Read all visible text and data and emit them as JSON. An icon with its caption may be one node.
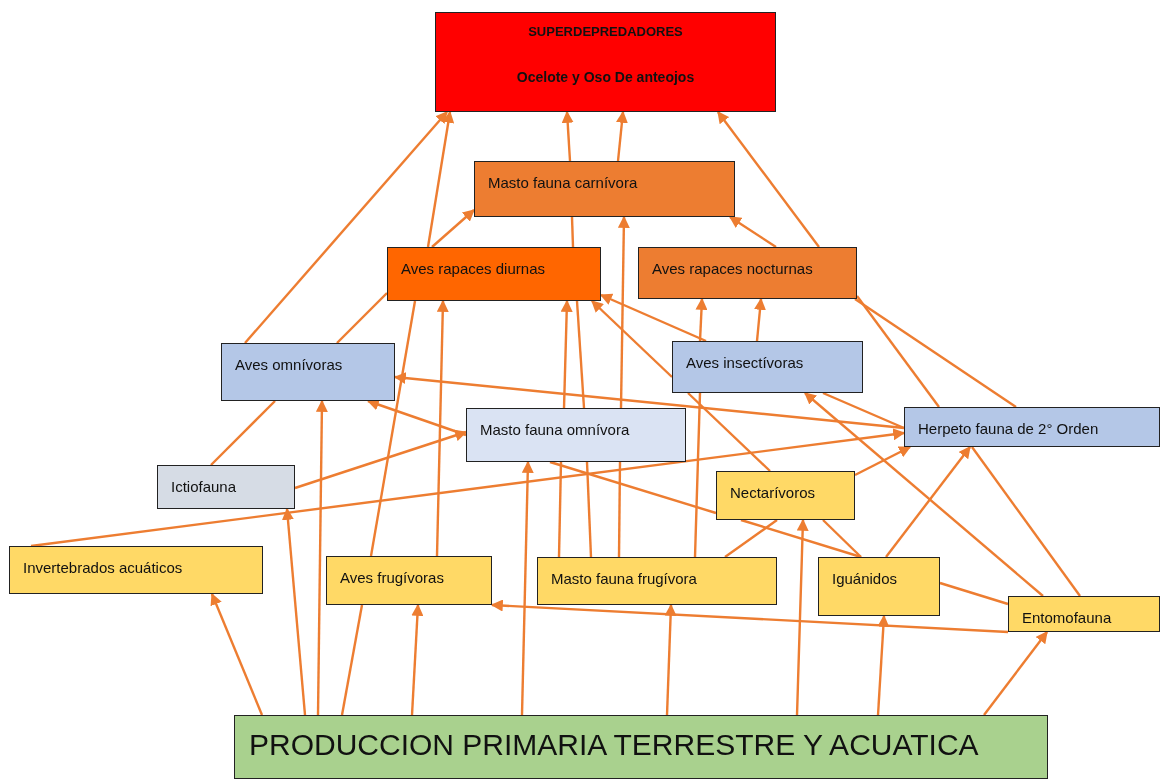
{
  "diagram": {
    "nodes": [
      {
        "text": [
          "SUPERDEPREDADORES",
          "Ocelote y Oso De anteojos"
        ]
      },
      {
        "text": [
          "Masto fauna carnívora"
        ]
      },
      {
        "text": [
          "Aves rapaces diurnas"
        ]
      },
      {
        "text": [
          "Aves rapaces nocturnas"
        ]
      },
      {
        "text": [
          "Aves omnívoras"
        ]
      },
      {
        "text": [
          "Aves insectívoras"
        ]
      },
      {
        "text": [
          "Masto fauna omnívora"
        ]
      },
      {
        "text": [
          "Herpeto fauna de 2° Orden"
        ]
      },
      {
        "text": [
          "Ictiofauna"
        ]
      },
      {
        "text": [
          "Nectarívoros"
        ]
      },
      {
        "text": [
          "Invertebrados acuáticos"
        ]
      },
      {
        "text": [
          "Aves frugívoras"
        ]
      },
      {
        "text": [
          "Masto fauna frugívora"
        ]
      },
      {
        "text": [
          "Iguánidos"
        ]
      },
      {
        "text": [
          "Entomofauna"
        ]
      },
      {
        "text": [
          "PRODUCCION PRIMARIA TERRESTRE Y ACUATICA"
        ]
      }
    ],
    "edges": [
      {
        "from": 4,
        "to": 0,
        "arrow": "to"
      },
      {
        "from": 2,
        "to": 0,
        "arrow": "to"
      },
      {
        "from": 1,
        "to": 0,
        "arrow": "to"
      },
      {
        "from": 1,
        "to": 0,
        "arrow": "to"
      },
      {
        "from": 3,
        "to": 0,
        "arrow": "to"
      },
      {
        "from": 2,
        "to": 1,
        "arrow": "to"
      },
      {
        "from": 6,
        "to": 1,
        "arrow": "to"
      },
      {
        "from": 3,
        "to": 1,
        "arrow": "to"
      },
      {
        "from": 11,
        "to": 2,
        "arrow": "to"
      },
      {
        "from": 6,
        "to": 2,
        "arrow": "to"
      },
      {
        "from": 5,
        "to": 2,
        "arrow": "to"
      },
      {
        "from": 5,
        "to": 2,
        "arrow": "to"
      },
      {
        "from": 4,
        "to": 2,
        "arrow": "none"
      },
      {
        "from": 5,
        "to": 3,
        "arrow": "to"
      },
      {
        "from": 5,
        "to": 3,
        "arrow": "to"
      },
      {
        "from": 15,
        "to": 4,
        "arrow": "to"
      },
      {
        "from": 6,
        "to": 4,
        "arrow": "to"
      },
      {
        "from": 7,
        "to": 4,
        "arrow": "to"
      },
      {
        "from": 14,
        "to": 5,
        "arrow": "to"
      },
      {
        "from": 5,
        "to": 7,
        "arrow": "none"
      },
      {
        "from": 8,
        "to": 6,
        "arrow": "to"
      },
      {
        "from": 15,
        "to": 6,
        "arrow": "to"
      },
      {
        "from": 10,
        "to": 7,
        "arrow": "to"
      },
      {
        "from": 9,
        "to": 7,
        "arrow": "to"
      },
      {
        "from": 13,
        "to": 7,
        "arrow": "to"
      },
      {
        "from": 14,
        "to": 7,
        "arrow": "none"
      },
      {
        "from": 15,
        "to": 8,
        "arrow": "to"
      },
      {
        "from": 15,
        "to": 9,
        "arrow": "to"
      },
      {
        "from": 12,
        "to": 9,
        "arrow": "none"
      },
      {
        "from": 13,
        "to": 9,
        "arrow": "none"
      },
      {
        "from": 6,
        "to": 9,
        "arrow": "none"
      },
      {
        "from": 15,
        "to": 10,
        "arrow": "to"
      },
      {
        "from": 15,
        "to": 11,
        "arrow": "to"
      },
      {
        "from": 14,
        "to": 11,
        "arrow": "to"
      },
      {
        "from": 15,
        "to": 12,
        "arrow": "to"
      },
      {
        "from": 15,
        "to": 13,
        "arrow": "to"
      },
      {
        "from": 15,
        "to": 14,
        "arrow": "to"
      },
      {
        "from": 13,
        "to": 14,
        "arrow": "none"
      },
      {
        "from": 15,
        "to": 11,
        "arrow": "none"
      },
      {
        "from": 11,
        "to": 2,
        "arrow": "none"
      },
      {
        "from": 12,
        "to": 6,
        "arrow": "none"
      },
      {
        "from": 6,
        "to": 2,
        "arrow": "none"
      },
      {
        "from": 2,
        "to": 1,
        "arrow": "none"
      },
      {
        "from": 7,
        "to": 3,
        "arrow": "none"
      },
      {
        "from": 12,
        "to": 6,
        "arrow": "none"
      },
      {
        "from": 7,
        "to": 3,
        "arrow": "none"
      },
      {
        "from": 12,
        "to": 6,
        "arrow": "none"
      },
      {
        "from": 9,
        "to": 5,
        "arrow": "none"
      },
      {
        "from": 8,
        "to": 4,
        "arrow": "none"
      },
      {
        "from": 12,
        "to": 5,
        "arrow": "none"
      },
      {
        "from": 9,
        "to": 13,
        "arrow": "none"
      }
    ]
  }
}
